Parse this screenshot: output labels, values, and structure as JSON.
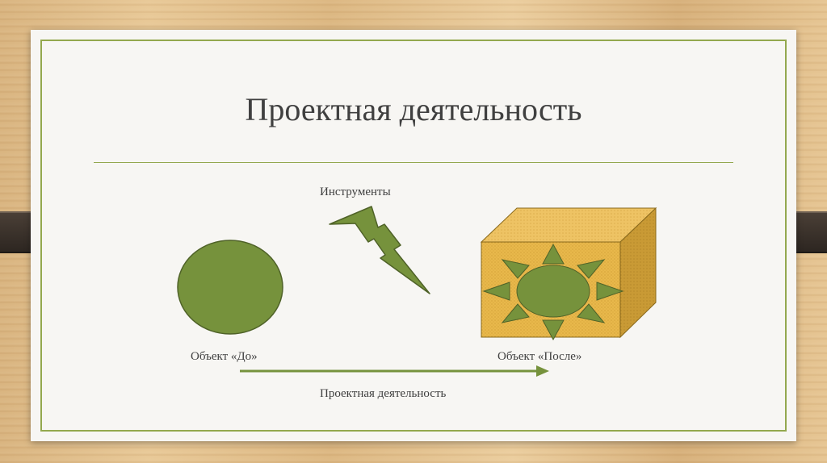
{
  "slide": {
    "title": "Проектная деятельность",
    "tools_label": "Инструменты",
    "before_label": "Объект «До»",
    "after_label": "Объект «После»",
    "process_label": "Проектная деятельность"
  },
  "colors": {
    "accent_green": "#93a84e",
    "shape_green": "#76923c",
    "shape_outline": "#4f6228",
    "box_yellow": "#e8b84b",
    "text": "#404040"
  },
  "icons": [
    "lightning-icon",
    "sun-icon",
    "circle-shape",
    "cube-shape",
    "arrow-icon"
  ]
}
